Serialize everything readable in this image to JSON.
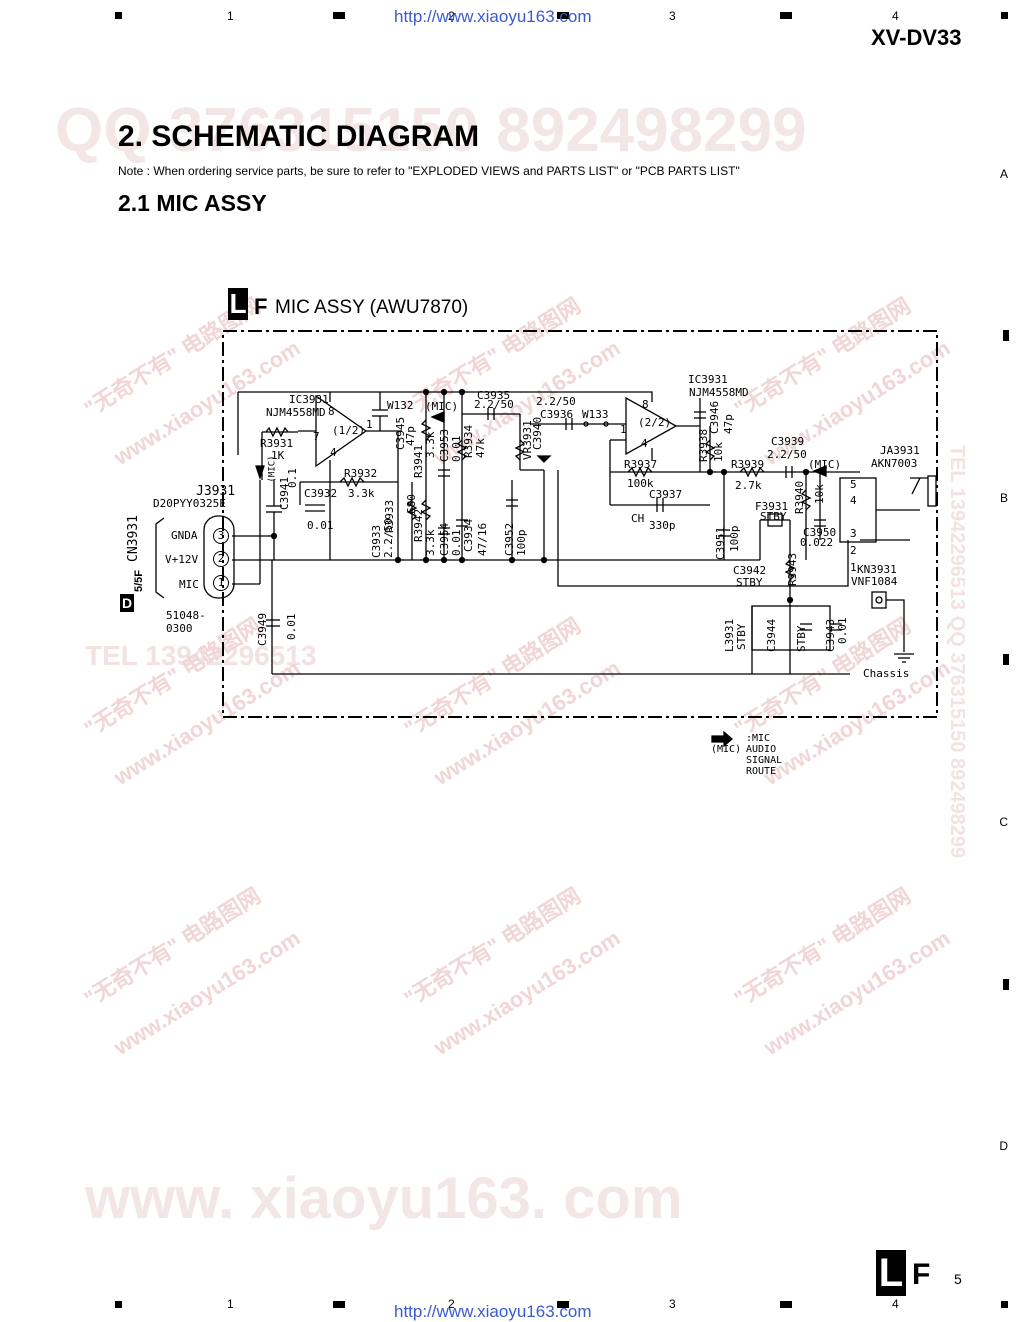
{
  "header": {
    "model": "XV-DV33",
    "grid_columns": [
      "1",
      "2",
      "3",
      "4"
    ],
    "grid_rows": [
      "A",
      "B",
      "C",
      "D"
    ],
    "watermark_url": "http://www.xiaoyu163.com"
  },
  "page": {
    "title": "2. SCHEMATIC DIAGRAM",
    "note": "Note : When ordering service parts, be sure to refer to \"EXPLODED VIEWS and PARTS LIST\" or \"PCB PARTS LIST\"",
    "section": "2.1 MIC ASSY",
    "page_number": "5",
    "footer_badge_letters": [
      "L",
      "F"
    ]
  },
  "schematic": {
    "assy_badge": "L",
    "assy_badge_suffix": "F",
    "assy_title": "MIC ASSY (AWU7870)",
    "ic_left": {
      "ref": "IC3931",
      "part": "NJM4558MD",
      "unit": "(1/2)",
      "pin_out": "1",
      "pin_in": "7",
      "pin_v": "8",
      "pin_gnd": "4"
    },
    "ic_right": {
      "ref": "IC3931",
      "part": "NJM4558MD",
      "unit": "(2/2)",
      "pin_a": "8",
      "pin_b": "1",
      "pin_c": "4"
    },
    "connector_left": {
      "ref": "J3931",
      "part": "D20PYY0325E",
      "pins": [
        {
          "n": "3",
          "label": "GNDA"
        },
        {
          "n": "2",
          "label": "V+12V"
        },
        {
          "n": "1",
          "label": "MIC"
        }
      ],
      "cn": "CN3931",
      "cn_part": "51048-0300",
      "cn_badge": "D",
      "cn_badge_suffix": "5/5F"
    },
    "connector_right": {
      "ref": "JA3931",
      "part": "AKN7003",
      "pins": [
        "5",
        "4",
        "3",
        "2",
        "1"
      ],
      "kn_ref": "KN3931",
      "kn_part": "VNF1084",
      "chassis": "Chassis"
    },
    "components": [
      {
        "ref": "R3931",
        "value": "1K"
      },
      {
        "ref": "C3941",
        "value": "0.1"
      },
      {
        "ref": "C3932",
        "value": "0.01"
      },
      {
        "ref": "R3932",
        "value": "3.3k"
      },
      {
        "ref": "C3933",
        "value": "2.2/50"
      },
      {
        "ref": "R3933",
        "value": "680"
      },
      {
        "ref": "C3945",
        "value": "47p"
      },
      {
        "ref": "W132",
        "value": ""
      },
      {
        "ref": "R3941",
        "value": "3.3k"
      },
      {
        "ref": "R3942",
        "value": "3.3k"
      },
      {
        "ref": "C3953",
        "value": "0.01"
      },
      {
        "ref": "C3954",
        "value": "0.01"
      },
      {
        "ref": "R3934",
        "value": "47k"
      },
      {
        "ref": "C3934",
        "value": "47/16"
      },
      {
        "ref": "C3935",
        "value": "2.2/50"
      },
      {
        "ref": "C3952",
        "value": "100p"
      },
      {
        "ref": "VR3931",
        "value": ""
      },
      {
        "ref": "C3940",
        "value": ""
      },
      {
        "ref": "C3936",
        "value": "2.2/50"
      },
      {
        "ref": "W133",
        "value": ""
      },
      {
        "ref": "R3937",
        "value": "100k"
      },
      {
        "ref": "C3937",
        "value": "330p"
      },
      {
        "ref": "CH",
        "value": ""
      },
      {
        "ref": "R3938",
        "value": "10k"
      },
      {
        "ref": "C3946",
        "value": "47p"
      },
      {
        "ref": "R3939",
        "value": "2.7k"
      },
      {
        "ref": "C3939",
        "value": "2.2/50"
      },
      {
        "ref": "R3940",
        "value": "10k"
      },
      {
        "ref": "F3931",
        "value": "STBY"
      },
      {
        "ref": "C3951",
        "value": "100p"
      },
      {
        "ref": "C3950",
        "value": "0.022"
      },
      {
        "ref": "C3942",
        "value": "STBY"
      },
      {
        "ref": "R3943",
        "value": ""
      },
      {
        "ref": "L3931",
        "value": "STBY"
      },
      {
        "ref": "C3944",
        "value": "STBY"
      },
      {
        "ref": "C3943",
        "value": "0.01"
      },
      {
        "ref": "C3949",
        "value": "0.01"
      }
    ],
    "mic_tag": "(MIC)",
    "legend_tag": "(MIC)",
    "legend_text": ":MIC AUDIO SIGNAL ROUTE"
  },
  "watermarks": {
    "qq": "QQ 376315150   892498299",
    "tel": "TEL 13942296513",
    "chinese": "\"无奇不有\" 电路图网",
    "site": "www.xiaoyu163.com",
    "big_site": "www. xiaoyu163. com",
    "side_text": "TEL 13942296513 QQ 376315150 892498299"
  },
  "colors": {
    "ink": "#000000",
    "watermark": "#e8c0c0",
    "link": "#2a4fc8"
  }
}
